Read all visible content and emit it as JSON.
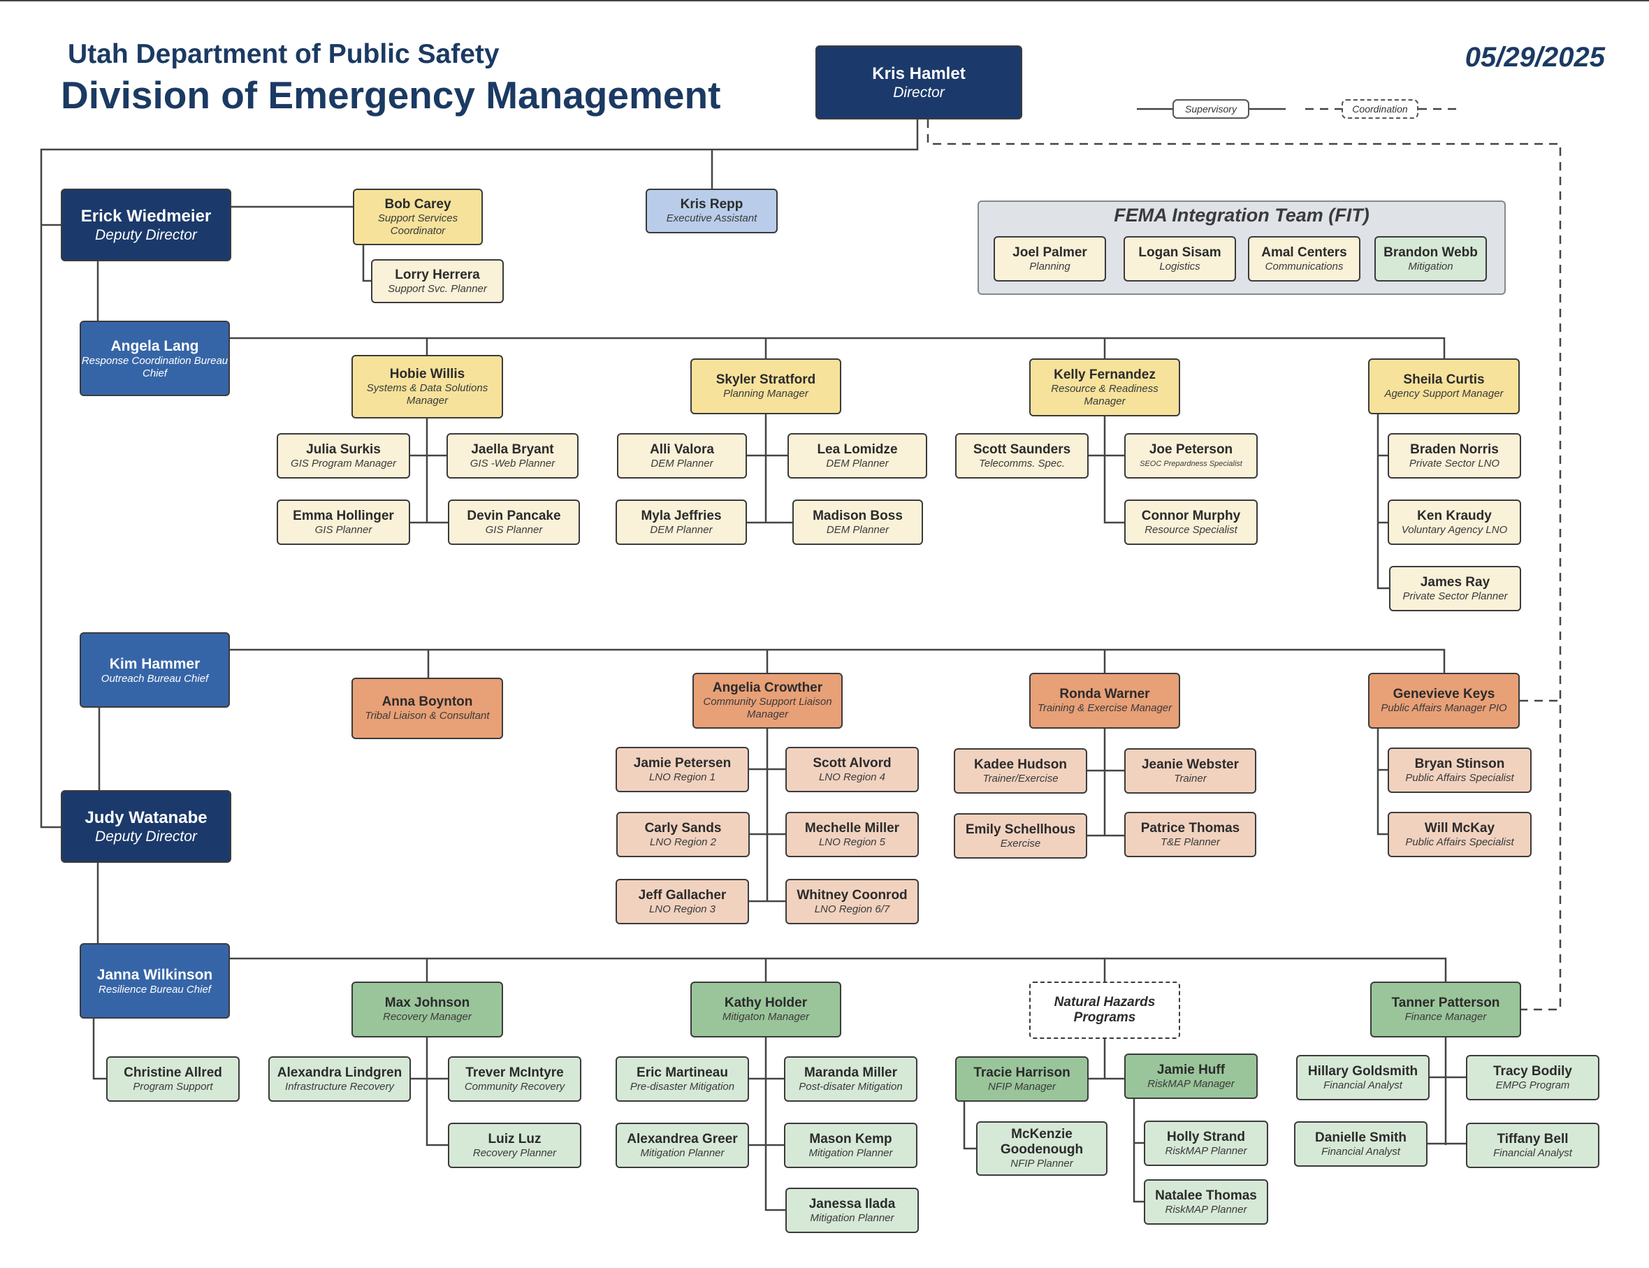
{
  "header": {
    "org": "Utah Department of Public Safety",
    "division": "Division of Emergency Management",
    "date": "05/29/2025"
  },
  "legend": {
    "supervisory": "Supervisory",
    "coordination": "Coordination"
  },
  "fit_title": "FEMA Integration Team (FIT)",
  "colors": {
    "navy": "#1b3a6b",
    "bureau_blue": "#3665a7",
    "assistant_blue": "#b9cdea",
    "yellow_manager": "#f6e29b",
    "yellow_staff": "#f9f1d8",
    "orange_manager": "#e8a077",
    "orange_staff": "#f1d2bf",
    "green_manager": "#9ac59a",
    "green_staff": "#d6e8d6",
    "fit_panel": "#dfe2e7"
  },
  "people": {
    "director": {
      "name": "Kris Hamlet",
      "title": "Director"
    },
    "deputy1": {
      "name": "Erick Wiedmeier",
      "title": "Deputy Director"
    },
    "deputy2": {
      "name": "Judy Watanabe",
      "title": "Deputy Director"
    },
    "repp": {
      "name": "Kris Repp",
      "title": "Executive Assistant"
    },
    "carey": {
      "name": "Bob Carey",
      "title": "Support Services Coordinator"
    },
    "herrera": {
      "name": "Lorry Herrera",
      "title": "Support  Svc. Planner"
    },
    "palmer": {
      "name": "Joel Palmer",
      "title": "Planning"
    },
    "sisam": {
      "name": "Logan Sisam",
      "title": "Logistics"
    },
    "centers": {
      "name": "Amal Centers",
      "title": "Communications"
    },
    "webb": {
      "name": "Brandon Webb",
      "title": "Mitigation"
    },
    "lang": {
      "name": "Angela Lang",
      "title": "Response Coordination Bureau Chief"
    },
    "willis": {
      "name": "Hobie Willis",
      "title": "Systems & Data Solutions Manager"
    },
    "surkis": {
      "name": "Julia Surkis",
      "title": "GIS Program Manager"
    },
    "bryant": {
      "name": "Jaella Bryant",
      "title": "GIS -Web Planner"
    },
    "hollinger": {
      "name": "Emma Hollinger",
      "title": "GIS Planner"
    },
    "pancake": {
      "name": "Devin Pancake",
      "title": "GIS  Planner"
    },
    "stratford": {
      "name": "Skyler Stratford",
      "title": "Planning Manager"
    },
    "valora": {
      "name": "Alli Valora",
      "title": "DEM Planner"
    },
    "lomidze": {
      "name": "Lea Lomidze",
      "title": "DEM Planner"
    },
    "jeffries": {
      "name": "Myla Jeffries",
      "title": "DEM Planner"
    },
    "boss": {
      "name": "Madison Boss",
      "title": "DEM Planner"
    },
    "fernandez": {
      "name": "Kelly Fernandez",
      "title": "Resource & Readiness Manager"
    },
    "saunders": {
      "name": "Scott Saunders",
      "title": "Telecomms. Spec."
    },
    "peterson": {
      "name": "Joe Peterson",
      "title": "SEOC Prepardness Specialist"
    },
    "murphy": {
      "name": "Connor Murphy",
      "title": "Resource Specialist"
    },
    "curtis": {
      "name": "Sheila Curtis",
      "title": "Agency Support Manager"
    },
    "norris": {
      "name": "Braden Norris",
      "title": "Private Sector LNO"
    },
    "kraudy": {
      "name": "Ken Kraudy",
      "title": "Voluntary Agency LNO"
    },
    "ray": {
      "name": "James Ray",
      "title": "Private Sector Planner"
    },
    "hammer": {
      "name": "Kim Hammer",
      "title": "Outreach Bureau Chief"
    },
    "boynton": {
      "name": "Anna Boynton",
      "title": "Tribal Liaison & Consultant"
    },
    "crowther": {
      "name": "Angelia Crowther",
      "title": "Community Support Liaison Manager"
    },
    "petersen": {
      "name": "Jamie Petersen",
      "title": "LNO Region 1"
    },
    "alvord": {
      "name": "Scott Alvord",
      "title": "LNO Region 4"
    },
    "sands": {
      "name": "Carly Sands",
      "title": "LNO Region 2"
    },
    "miller_m": {
      "name": "Mechelle Miller",
      "title": "LNO Region 5"
    },
    "gallacher": {
      "name": "Jeff Gallacher",
      "title": "LNO Region 3"
    },
    "coonrod": {
      "name": "Whitney Coonrod",
      "title": "LNO Region 6/7"
    },
    "warner": {
      "name": "Ronda Warner",
      "title": "Training & Exercise Manager"
    },
    "hudson": {
      "name": "Kadee Hudson",
      "title": "Trainer/Exercise"
    },
    "webster": {
      "name": "Jeanie Webster",
      "title": "Trainer"
    },
    "schellhous": {
      "name": "Emily Schellhous",
      "title": "Exercise"
    },
    "thomas_p": {
      "name": "Patrice Thomas",
      "title": "T&E Planner"
    },
    "keys": {
      "name": "Genevieve Keys",
      "title": "Public Affairs Manager PIO"
    },
    "stinson": {
      "name": "Bryan Stinson",
      "title": "Public Affairs Specialist"
    },
    "mckay": {
      "name": "Will McKay",
      "title": "Public Affairs Specialist"
    },
    "wilkinson": {
      "name": "Janna Wilkinson",
      "title": "Resilience Bureau Chief"
    },
    "allred": {
      "name": "Christine Allred",
      "title": "Program Support"
    },
    "johnson": {
      "name": "Max Johnson",
      "title": "Recovery Manager"
    },
    "lindgren": {
      "name": "Alexandra Lindgren",
      "title": "Infrastructure Recovery"
    },
    "mcintyre": {
      "name": "Trever McIntyre",
      "title": "Community Recovery"
    },
    "luz": {
      "name": "Luiz Luz",
      "title": "Recovery Planner"
    },
    "holder": {
      "name": "Kathy Holder",
      "title": "Mitigaton Manager"
    },
    "martineau": {
      "name": "Eric Martineau",
      "title": "Pre-disaster Mitigation"
    },
    "miller_ma": {
      "name": "Maranda Miller",
      "title": "Post-disater Mitigation"
    },
    "greer": {
      "name": "Alexandrea Greer",
      "title": "Mitigation Planner"
    },
    "kemp": {
      "name": "Mason Kemp",
      "title": "Mitigation Planner"
    },
    "ilada": {
      "name": "Janessa Ilada",
      "title": "Mitigation Planner"
    },
    "nhp": {
      "name": "Natural Hazards Programs",
      "title": ""
    },
    "harrison": {
      "name": "Tracie Harrison",
      "title": "NFIP Manager"
    },
    "huff": {
      "name": "Jamie Huff",
      "title": "RiskMAP Manager"
    },
    "goodenough": {
      "name": "McKenzie Goodenough",
      "title": "NFIP Planner"
    },
    "strand": {
      "name": "Holly Strand",
      "title": "RiskMAP Planner"
    },
    "thomas_n": {
      "name": "Natalee Thomas",
      "title": "RiskMAP Planner"
    },
    "patterson": {
      "name": "Tanner Patterson",
      "title": "Finance Manager"
    },
    "goldsmith": {
      "name": "Hillary Goldsmith",
      "title": "Financial Analyst"
    },
    "bodily": {
      "name": "Tracy Bodily",
      "title": "EMPG Program"
    },
    "smith": {
      "name": "Danielle Smith",
      "title": "Financial Analyst"
    },
    "bell": {
      "name": "Tiffany Bell",
      "title": "Financial Analyst"
    }
  }
}
